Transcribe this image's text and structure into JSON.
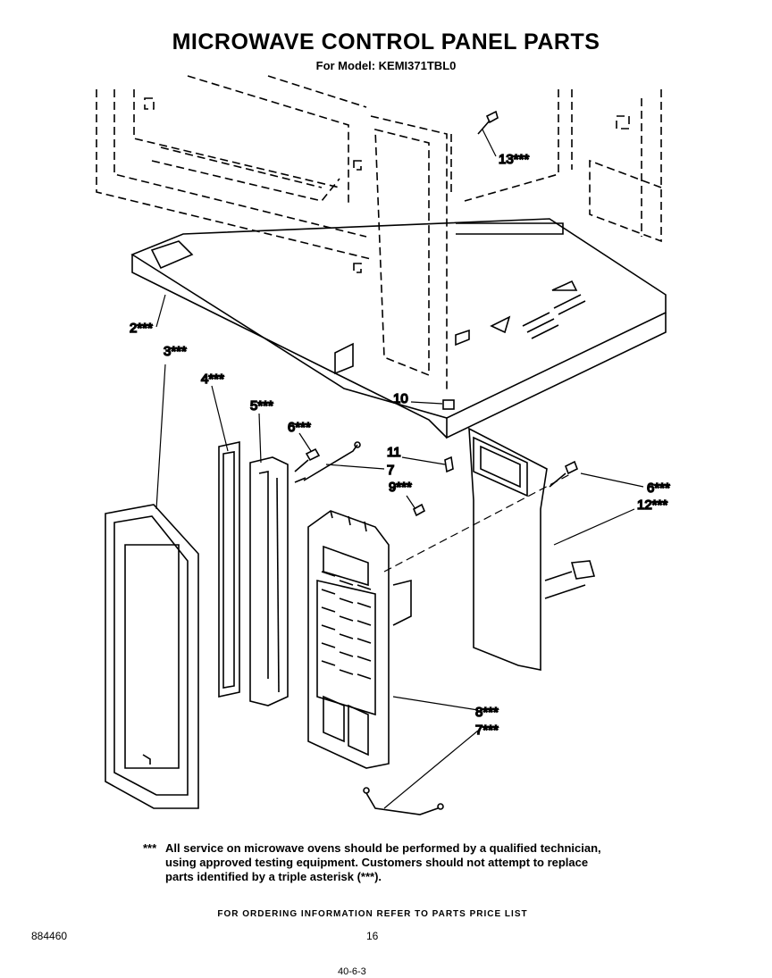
{
  "title": "MICROWAVE CONTROL PANEL PARTS",
  "subtitle": "For Model: KEMI371TBL0",
  "callouts": {
    "c13": "13***",
    "c2": "2***",
    "c3": "3***",
    "c4": "4***",
    "c5": "5***",
    "c6a": "6***",
    "c10": "10",
    "c11": "11",
    "c7a": "7",
    "c9": "9***",
    "c6b": "6***",
    "c12": "12***",
    "c8": "8***",
    "c7b": "7***"
  },
  "note": {
    "stars": "***",
    "text": "All service on microwave ovens should be performed by a qualified technician, using approved testing equipment. Customers should not attempt to replace parts identified by a triple asterisk (***)."
  },
  "ordering_info": "FOR ORDERING INFORMATION REFER TO PARTS PRICE LIST",
  "doc_number": "884460",
  "page_number": "16",
  "footer_code": "40-6-3"
}
